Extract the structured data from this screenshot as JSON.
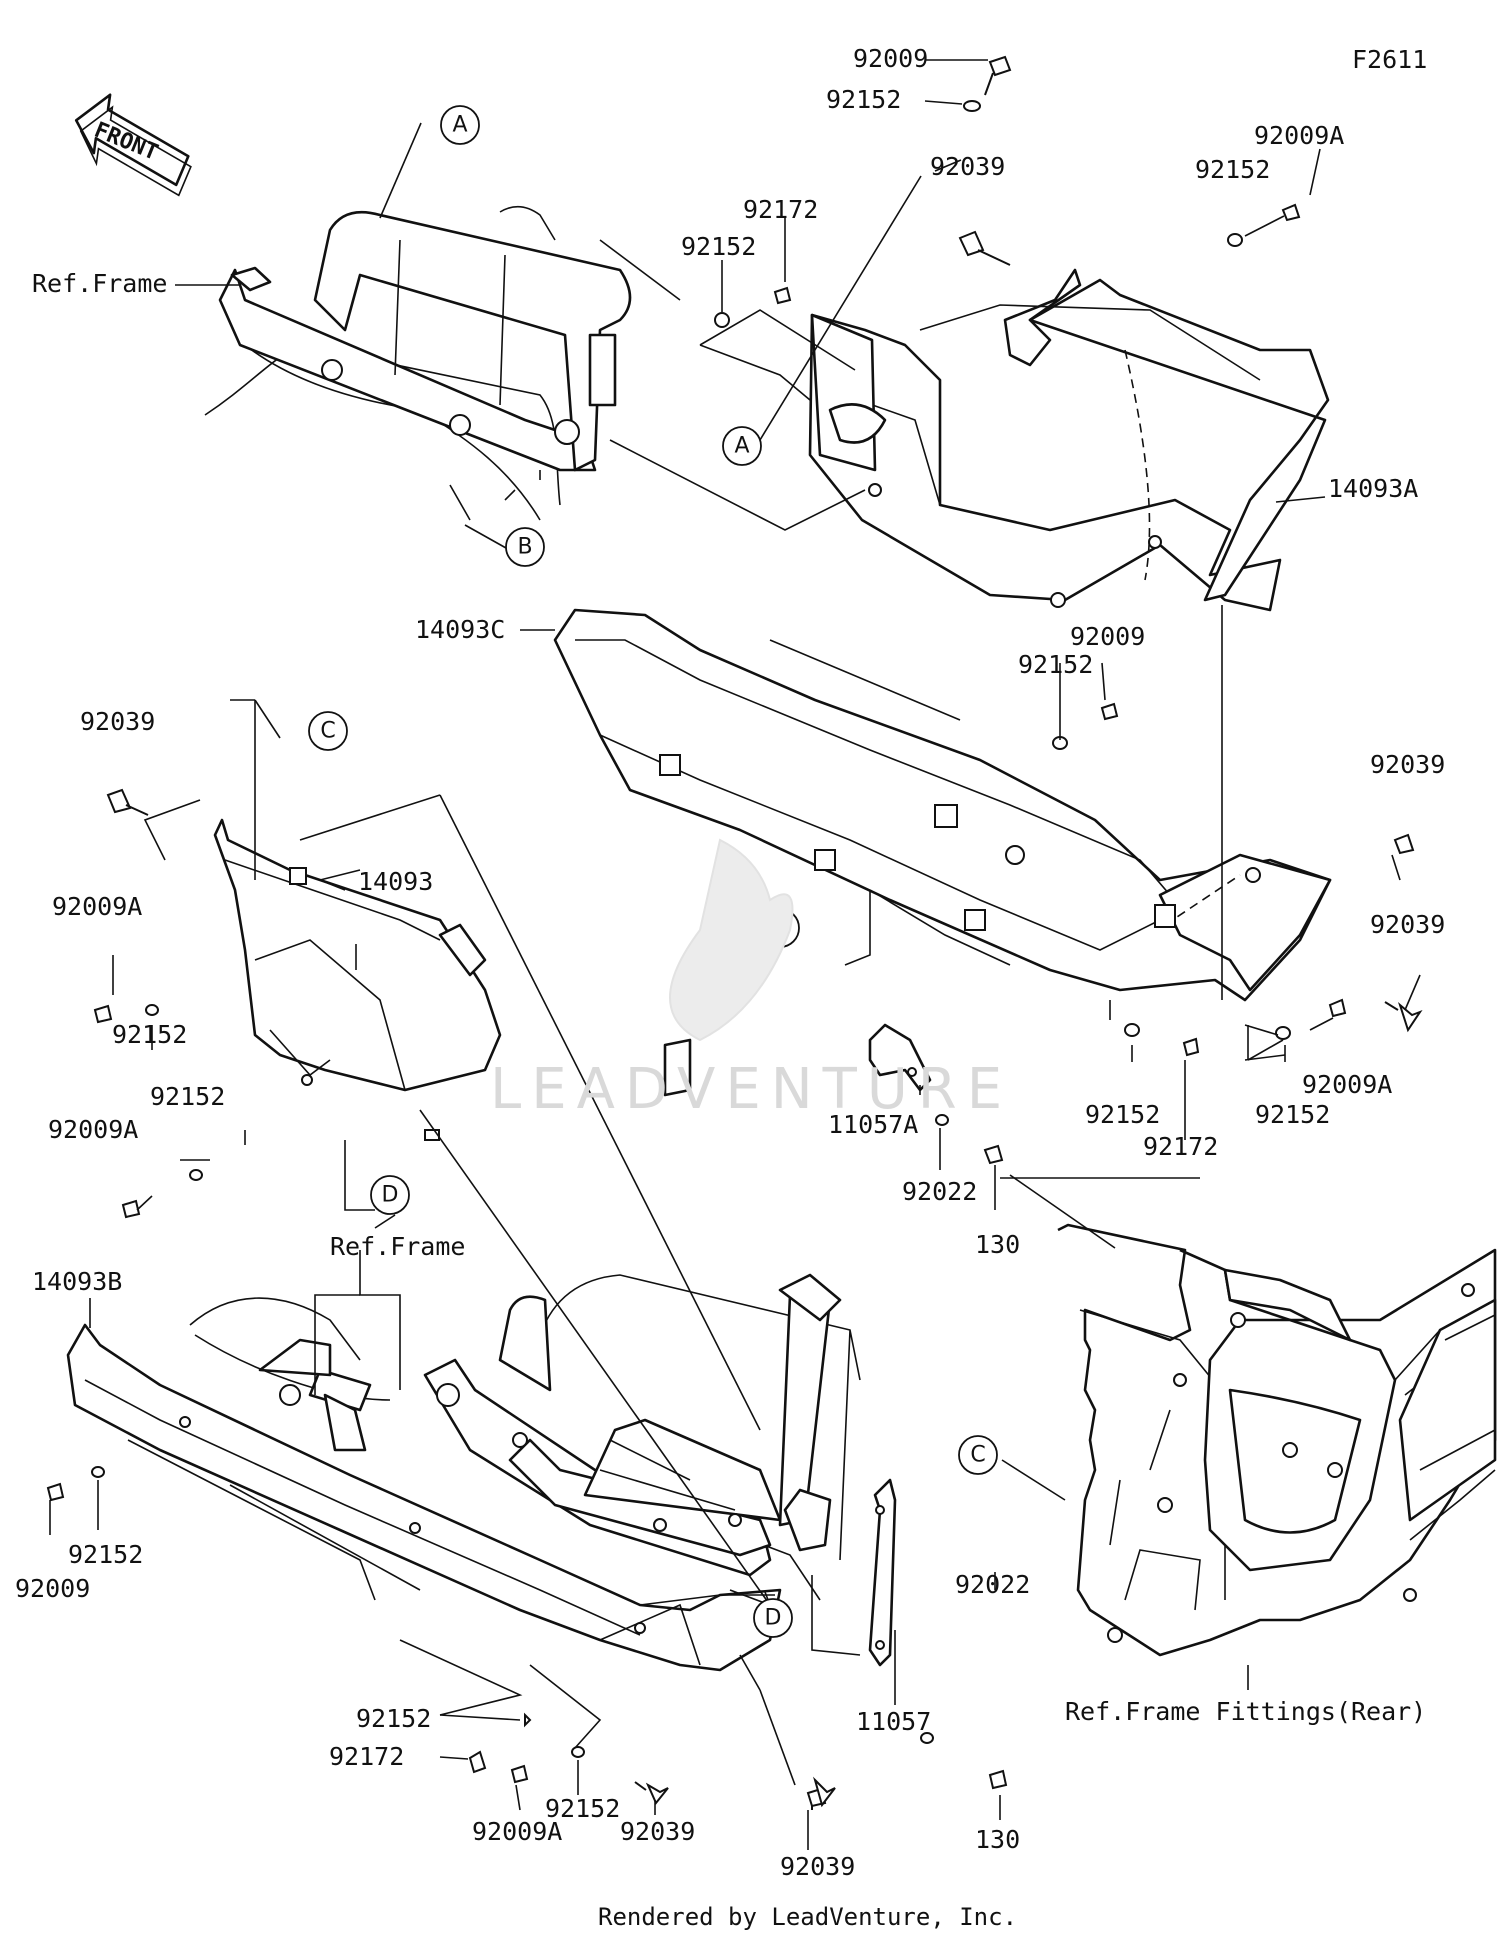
{
  "figure_code": "F2611",
  "front_label": "FRONT",
  "watermark": "LEADVENTURE",
  "footer": "Rendered by LeadVenture, Inc.",
  "refs": {
    "frame_top": "Ref.Frame",
    "frame_bottom": "Ref.Frame",
    "fittings_rear": "Ref.Frame Fittings(Rear)"
  },
  "callouts": {
    "a": "A",
    "b": "B",
    "c": "C",
    "d": "D"
  },
  "parts": [
    "92009",
    "92152",
    "92039",
    "92009A",
    "92152",
    "92172",
    "92152",
    "14093A",
    "14093C",
    "92009",
    "92152",
    "92039",
    "92009A",
    "92152",
    "14093",
    "92039",
    "92152",
    "92009A",
    "92039",
    "92009A",
    "92152",
    "92152",
    "92172",
    "11057A",
    "92022",
    "130",
    "14093B",
    "92152",
    "92009",
    "92152",
    "92172",
    "92009A",
    "92152",
    "92039",
    "92039",
    "11057",
    "92022",
    "130"
  ]
}
